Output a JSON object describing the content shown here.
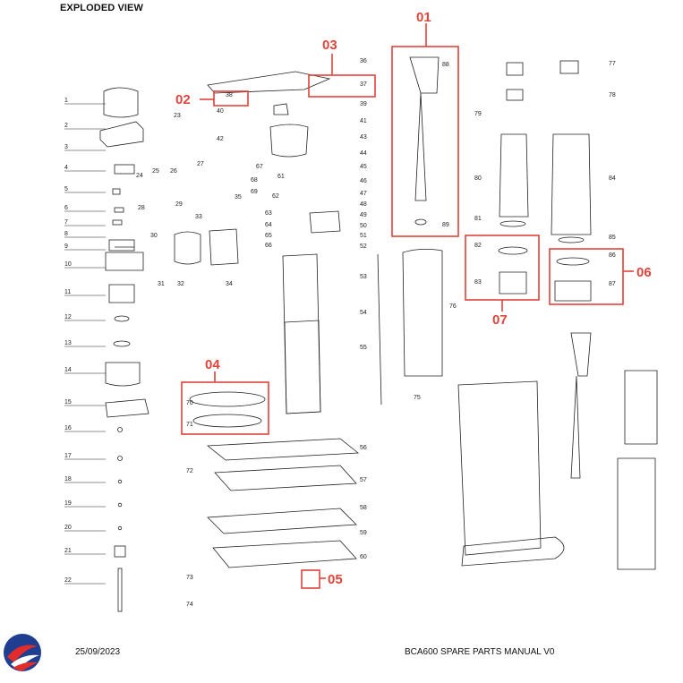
{
  "header": {
    "title": "EXPLODED VIEW"
  },
  "parts": {
    "left_column": [
      "1",
      "2",
      "3",
      "4",
      "5",
      "6",
      "7",
      "8",
      "9",
      "10",
      "11",
      "12",
      "13",
      "14",
      "15",
      "16",
      "17",
      "18",
      "19",
      "20",
      "21",
      "22"
    ],
    "center_labels": [
      "23",
      "24",
      "25",
      "26",
      "27",
      "28",
      "29",
      "30",
      "31",
      "32",
      "33",
      "34",
      "35",
      "36",
      "37",
      "38",
      "39",
      "40",
      "41",
      "42",
      "43",
      "44",
      "45",
      "46",
      "47",
      "48",
      "49",
      "50",
      "51",
      "52",
      "53",
      "54",
      "55",
      "56",
      "57",
      "58",
      "59",
      "60",
      "61",
      "62",
      "63",
      "64",
      "65",
      "66",
      "67",
      "68",
      "69",
      "70",
      "71",
      "72",
      "73",
      "74",
      "75",
      "76",
      "77",
      "78",
      "79",
      "80",
      "81",
      "82",
      "83",
      "84",
      "85",
      "86",
      "87",
      "88",
      "89"
    ]
  },
  "callouts": [
    {
      "id": "01",
      "label": "01"
    },
    {
      "id": "02",
      "label": "02"
    },
    {
      "id": "03",
      "label": "03"
    },
    {
      "id": "04",
      "label": "04"
    },
    {
      "id": "05",
      "label": "05"
    },
    {
      "id": "06",
      "label": "06"
    },
    {
      "id": "07",
      "label": "07"
    }
  ],
  "footer": {
    "date": "25/09/2023",
    "doc_title": "BCA600 SPARE PARTS MANUAL V0"
  },
  "colors": {
    "callout": "#e0443a",
    "line": "#222222"
  }
}
